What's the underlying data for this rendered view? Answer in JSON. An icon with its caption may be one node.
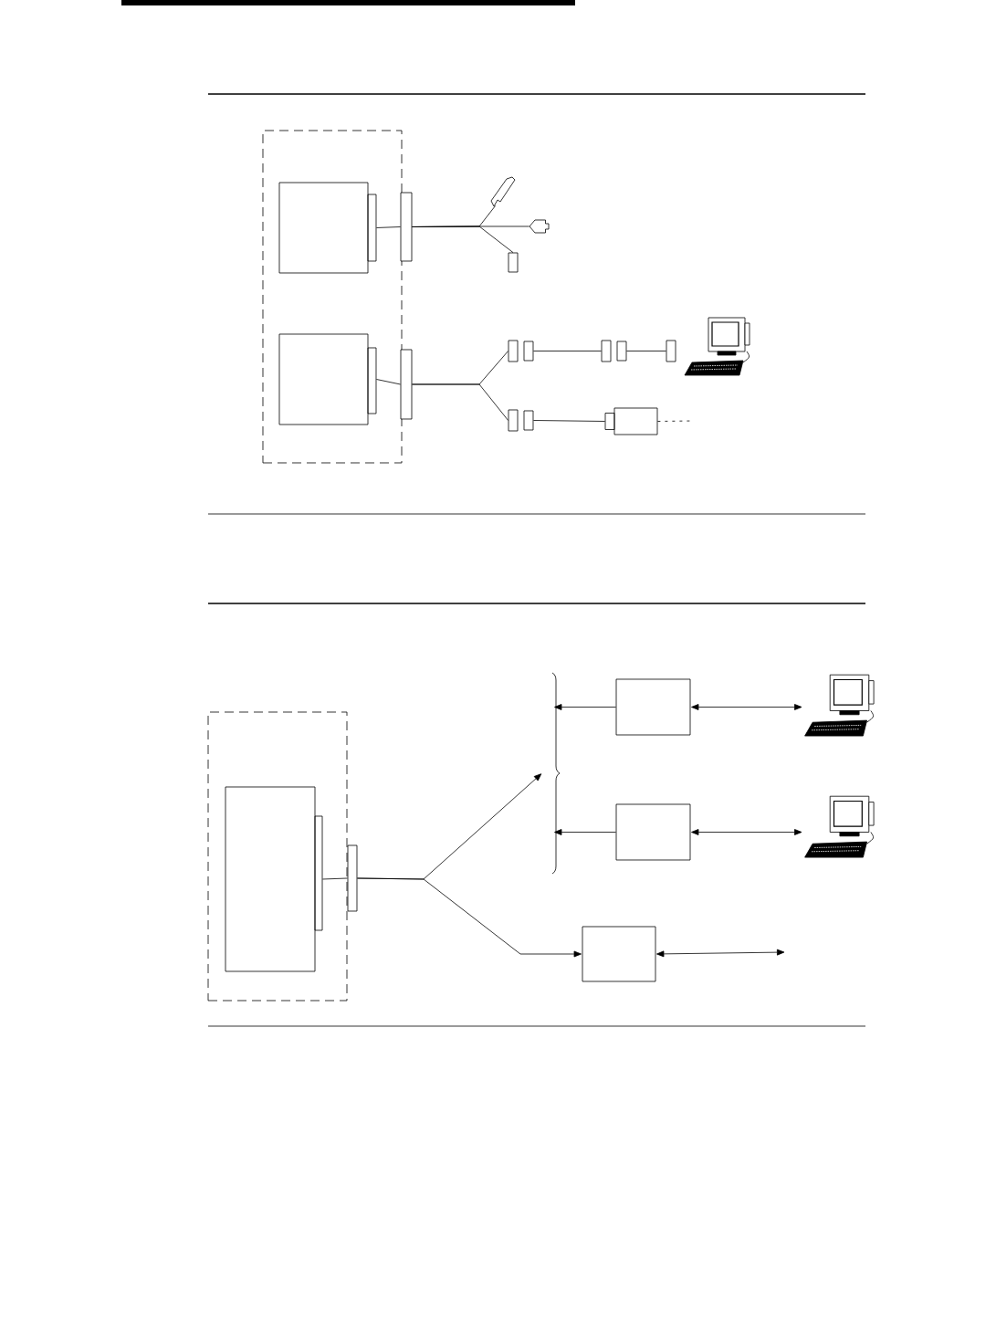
{
  "diagram": {
    "nodes": [
      {
        "text": [],
        "shape": "box"
      },
      {
        "text": [],
        "shape": "box",
        "in": 0
      },
      {
        "text": [],
        "shape": "box",
        "in": 0
      },
      {
        "text": [],
        "shape": "bar"
      },
      {
        "text": [],
        "shape": "bar"
      },
      {
        "text": [],
        "shape": "plug"
      },
      {
        "text": [],
        "shape": "plug"
      },
      {
        "text": [],
        "shape": "box"
      },
      {
        "text": [],
        "shape": "connector"
      },
      {
        "text": [],
        "shape": "connector"
      },
      {
        "text": [],
        "shape": "connector"
      },
      {
        "text": [],
        "shape": "box"
      },
      {
        "text": [],
        "shape": "computer"
      },
      {
        "text": [],
        "shape": "box"
      },
      {
        "text": [],
        "shape": "box"
      },
      {
        "text": [],
        "shape": "box",
        "in": 14
      },
      {
        "text": [],
        "shape": "bar"
      },
      {
        "text": [],
        "shape": "brace"
      },
      {
        "text": [],
        "shape": "box"
      },
      {
        "text": [],
        "shape": "box"
      },
      {
        "text": [],
        "shape": "box"
      },
      {
        "text": [],
        "shape": "computer"
      },
      {
        "text": [],
        "shape": "computer"
      }
    ],
    "edges": [
      {
        "from": 1,
        "to": 3,
        "arrow": "none"
      },
      {
        "from": 3,
        "to": 5,
        "arrow": "none"
      },
      {
        "from": 3,
        "to": 6,
        "arrow": "none"
      },
      {
        "from": 3,
        "to": 7,
        "arrow": "none"
      },
      {
        "from": 2,
        "to": 4,
        "arrow": "none"
      },
      {
        "from": 4,
        "to": 8,
        "arrow": "none"
      },
      {
        "from": 4,
        "to": 9,
        "arrow": "none"
      },
      {
        "from": 8,
        "to": 10,
        "arrow": "none"
      },
      {
        "from": 10,
        "to": 11,
        "arrow": "none"
      },
      {
        "from": 9,
        "to": 13,
        "arrow": "none"
      },
      {
        "from": 13,
        "to": null,
        "arrow": "none",
        "style": "dashed"
      },
      {
        "from": 15,
        "to": 16,
        "arrow": "none"
      },
      {
        "from": 16,
        "to": 17,
        "arrow": "to"
      },
      {
        "from": 16,
        "to": 20,
        "arrow": "to"
      },
      {
        "from": 18,
        "to": 17,
        "arrow": "to"
      },
      {
        "from": 19,
        "to": 17,
        "arrow": "to"
      },
      {
        "from": 18,
        "to": 21,
        "arrow": "both"
      },
      {
        "from": 19,
        "to": 22,
        "arrow": "both"
      },
      {
        "from": 20,
        "to": null,
        "arrow": "both"
      }
    ]
  }
}
